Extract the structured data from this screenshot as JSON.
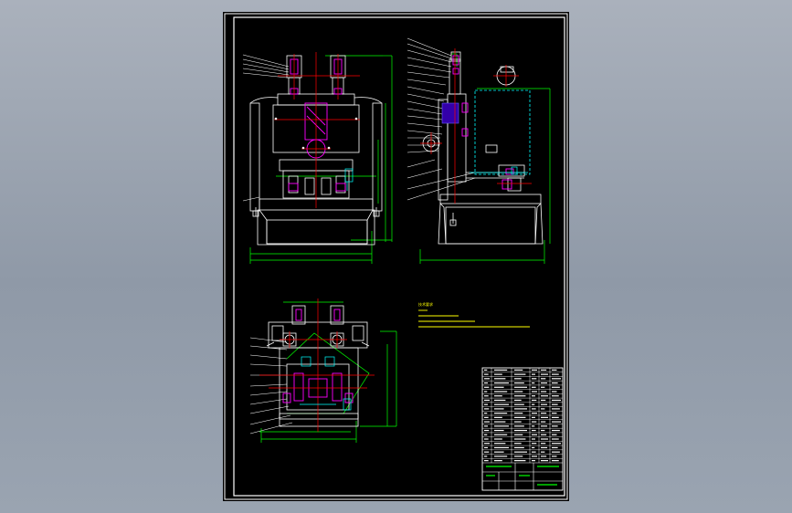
{
  "viewer": {
    "background_top": "#aab1bc",
    "background_bottom": "#8f99a7"
  },
  "drawing": {
    "sheet_color": "#000000",
    "frame_color": "#ffffff",
    "views": [
      "front-view",
      "side-view",
      "top-view"
    ],
    "colors": {
      "outline": "#ffffff",
      "dimension": "#00ff00",
      "centerline": "#ff0000",
      "hidden": "#00ffff",
      "section": "#ff00ff",
      "notes": "#ffff00",
      "highlight": "#3300aa"
    },
    "notes": {
      "heading": "技术要求",
      "lines": [
        "1.",
        "2.",
        "3.",
        "4."
      ]
    },
    "title_block": {
      "present": true,
      "parts_list_rows": 22
    }
  }
}
